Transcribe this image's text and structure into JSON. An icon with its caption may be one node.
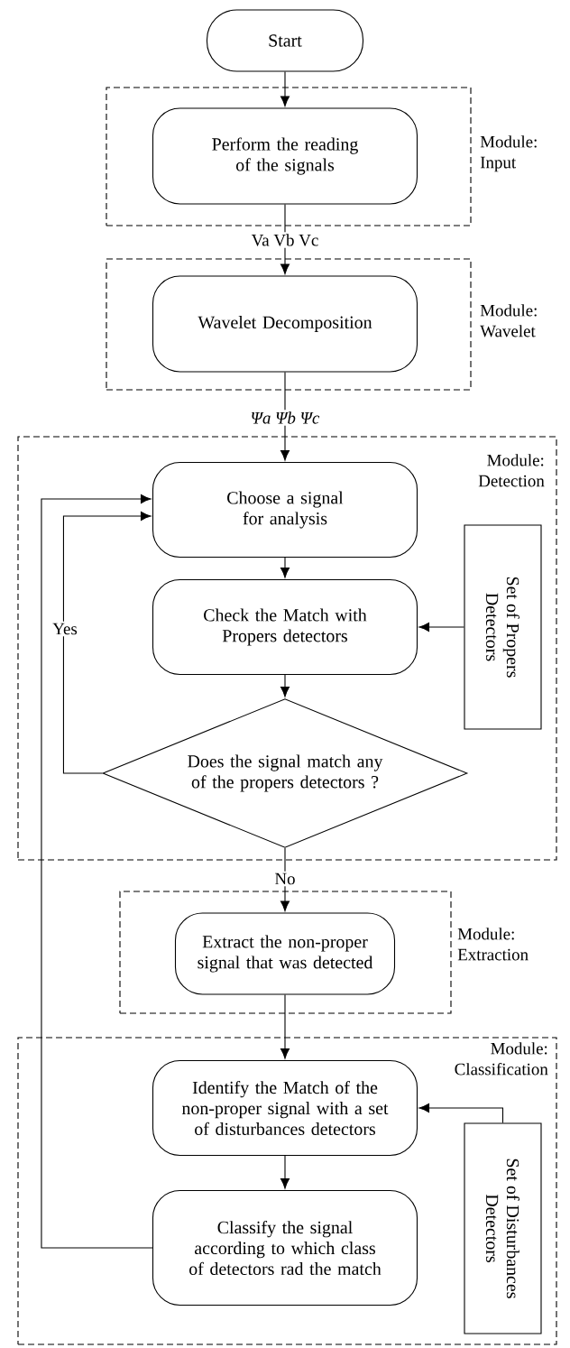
{
  "diagram": {
    "nodes": [
      {
        "text": [
          "Start"
        ]
      },
      {
        "text": [
          "Module: Input"
        ]
      },
      {
        "text": [
          "Perform the reading of the signals"
        ],
        "in": 1
      },
      {
        "text": [
          "Module: Wavelet"
        ]
      },
      {
        "text": [
          "Wavelet Decomposition"
        ],
        "in": 3
      },
      {
        "text": [
          "Module: Detection"
        ]
      },
      {
        "text": [
          "Choose a signal for analysis"
        ],
        "in": 5
      },
      {
        "text": [
          "Check the Match with Propers detectors"
        ],
        "in": 5
      },
      {
        "text": [
          "Set of Propers Detectors"
        ],
        "in": 5
      },
      {
        "text": [
          "Does the signal match any of the  propers detectors ?"
        ],
        "in": 5
      },
      {
        "text": [
          "Module: Extraction"
        ]
      },
      {
        "text": [
          "Extract the non-proper signal that was detected"
        ],
        "in": 10
      },
      {
        "text": [
          "Module: Classification"
        ]
      },
      {
        "text": [
          "Identify the Match of the non-proper signal with a set of disturbances detectors"
        ],
        "in": 12
      },
      {
        "text": [
          "Set of Disturbances Detectors"
        ],
        "in": 12
      },
      {
        "text": [
          "Classify the signal according to which class of detectors rad the match"
        ],
        "in": 12
      }
    ],
    "edges": [
      {
        "from": 0,
        "to": 2,
        "arrow": "to"
      },
      {
        "from": 2,
        "to": 4,
        "arrow": "to",
        "label": "Va  Vb  Vc"
      },
      {
        "from": 4,
        "to": 6,
        "arrow": "to",
        "label": "Ψa  Ψb  Ψc"
      },
      {
        "from": 6,
        "to": 7,
        "arrow": "to"
      },
      {
        "from": 8,
        "to": 7,
        "arrow": "to"
      },
      {
        "from": 7,
        "to": 9,
        "arrow": "to"
      },
      {
        "from": 9,
        "to": 6,
        "arrow": "to",
        "label": "Yes"
      },
      {
        "from": 9,
        "to": 11,
        "arrow": "to",
        "label": "No"
      },
      {
        "from": 11,
        "to": 13,
        "arrow": "to"
      },
      {
        "from": 14,
        "to": 13,
        "arrow": "to"
      },
      {
        "from": 13,
        "to": 15,
        "arrow": "to"
      },
      {
        "from": 15,
        "to": 6,
        "arrow": "to"
      }
    ]
  }
}
